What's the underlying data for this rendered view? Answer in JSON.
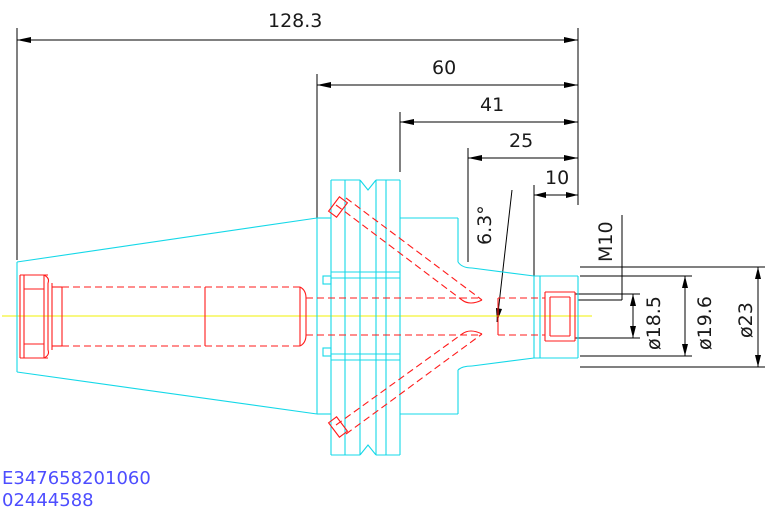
{
  "dimensions": {
    "overall_length": "128.3",
    "flange_to_tip": "60",
    "d41": "41",
    "d25": "25",
    "d10": "10",
    "angle": "6.3°",
    "thread": "M10",
    "dia_18_5": "ø18.5",
    "dia_19_6": "ø19.6",
    "dia_23": "ø23"
  },
  "part_codes": {
    "line1": "E347658201060",
    "line2": "02444588"
  },
  "colors": {
    "outline": "#14d8e8",
    "hidden": "#ff1b1b",
    "centerline": "#f2f200",
    "dimension": "#000000",
    "code_text": "#4d4dff"
  }
}
